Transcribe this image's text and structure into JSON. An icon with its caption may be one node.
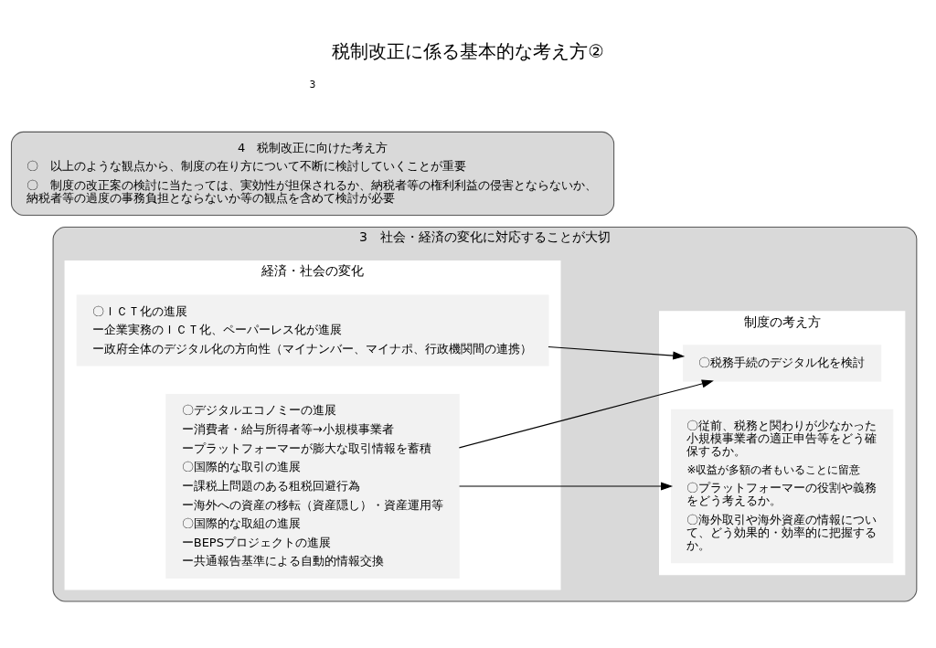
{
  "diagram": {
    "title": "税制改正に係る基本的な考え方②",
    "nodes": [
      {
        "text": [
          "3　社会・経済の変化に対応することが大切"
        ]
      },
      {
        "text": [
          "経済・社会の変化"
        ],
        "in": 0
      },
      {
        "text": [
          "〇ＩＣＴ化の進展",
          "ー企業実務のＩＣＴ化、ペーパーレス化が進展",
          "ー政府全体のデジタル化の方向性（マイナンバー、マイナポ、行政機関間の連携）"
        ],
        "in": 1
      },
      {
        "text": [
          "〇デジタルエコノミーの進展",
          "ー消費者・給与所得者等→小規模事業者",
          "ープラットフォーマーが膨大な取引情報を蓄積",
          "〇国際的な取引の進展",
          "ー課税上問題のある租税回避行為",
          "ー海外への資産の移転（資産隠し）・資産運用等",
          "〇国際的な取組の進展",
          "ーBEPSプロジェクトの進展",
          "ー共通報告基準による自動的情報交換"
        ],
        "in": 1
      },
      {
        "text": [
          "制度の考え方"
        ],
        "in": 0
      },
      {
        "text": [
          "〇税務手続のデジタル化を検討"
        ],
        "in": 4
      },
      {
        "text": [
          "〇従前、税務と関わりが少なかった小規模事業者の適正申告等をどう確保するか。",
          "※収益が多額の者もいることに留意",
          "〇プラットフォーマーの役割や義務をどう考えるか。",
          "〇海外取引や海外資産の情報について、どう効果的・効率的に把握するか。"
        ],
        "in": 4
      },
      {
        "text": [
          "4　税制改正に向けた考え方",
          "〇　以上のような観点から、制度の在り方について不断に検討していくことが重要",
          "〇　制度の改正案の検討に当たっては、実効性が担保されるか、納税者等の権利利益の侵害とならないか、納税者等の過度の事務負担とならないか等の観点を含めて検討が必要"
        ]
      }
    ],
    "edges": [
      {
        "from": 2,
        "to": 5,
        "arrow": "to"
      },
      {
        "from": 3,
        "to": 5,
        "arrow": "to"
      },
      {
        "from": 3,
        "to": 6,
        "arrow": "to"
      }
    ],
    "labels": [
      "3"
    ]
  }
}
